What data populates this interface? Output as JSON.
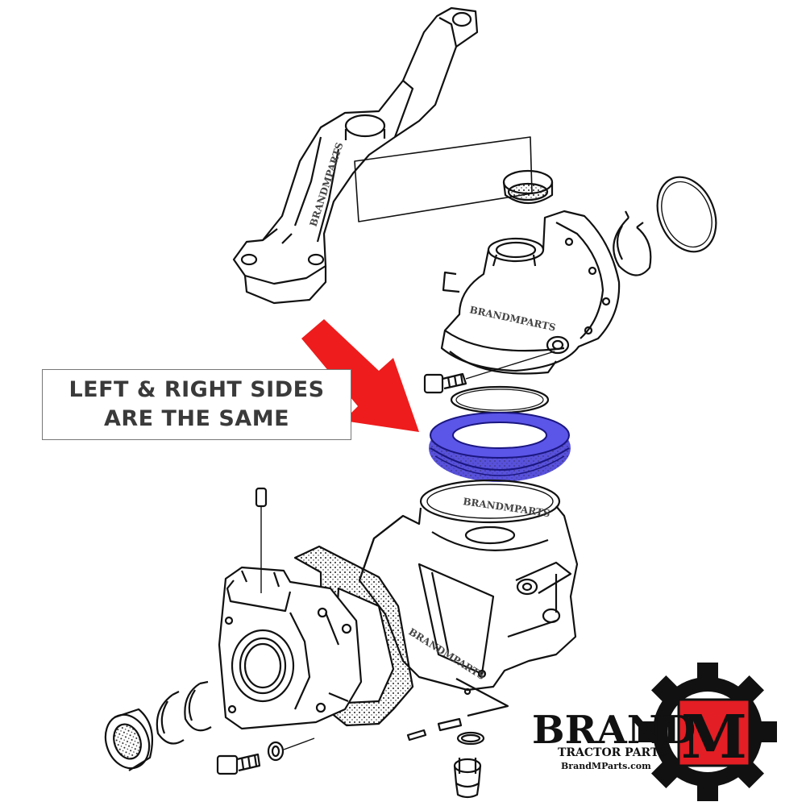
{
  "callout": {
    "line1": "LEFT & RIGHT SIDES",
    "line2": "ARE THE SAME"
  },
  "watermarks": {
    "arm": "BRANDMPARTS",
    "upper_housing": "BRANDMPARTS",
    "lower_ring": "BRANDMPARTS",
    "lower_housing": "BRANDMPARTS"
  },
  "logo": {
    "word": "BRAND",
    "letter": "M",
    "subtitle": "TRACTOR PARTS",
    "url": "BrandMParts.com"
  },
  "colors": {
    "arrow": "#ee1c1c",
    "highlight": "#3b33d6",
    "logo_red": "#e31e24",
    "ink": "#111111"
  },
  "icons": {
    "arrow": "red-arrow-icon",
    "gear": "gear-icon"
  }
}
